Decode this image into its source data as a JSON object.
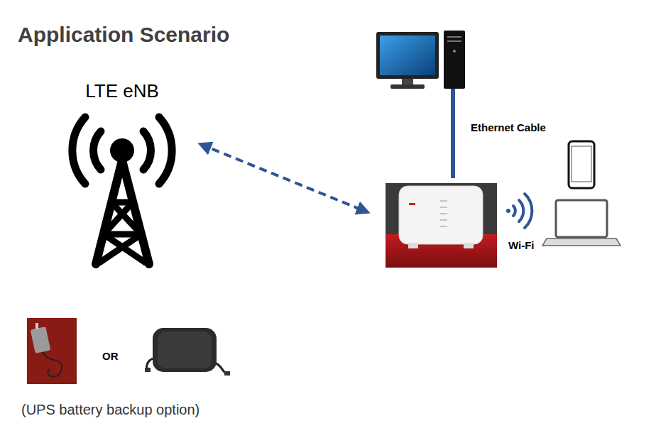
{
  "diagram": {
    "title": "Application Scenario",
    "nodes": [
      {
        "text": [
          "LTE eNB"
        ]
      }
    ],
    "labels": [
      "Ethernet Cable",
      "Wi-Fi",
      "OR",
      "(UPS battery backup option)"
    ]
  }
}
